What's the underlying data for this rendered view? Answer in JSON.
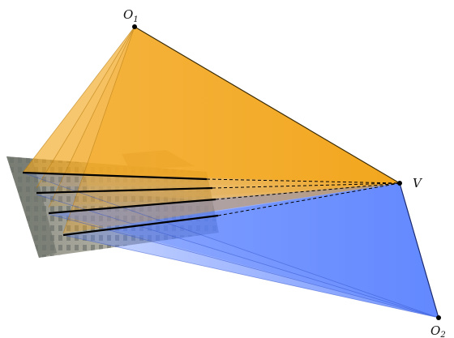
{
  "points": {
    "o1": {
      "label": "O",
      "subscript": "1"
    },
    "v": {
      "label": "V"
    },
    "o2": {
      "label": "O",
      "subscript": "2"
    }
  },
  "colors": {
    "orange": "#f2a51c",
    "orange_dark": "#d98c0c",
    "blue": "#5a82ff",
    "blue_dark": "#3d63f0",
    "line": "#000000"
  },
  "photo_content": "building-facade-photo"
}
